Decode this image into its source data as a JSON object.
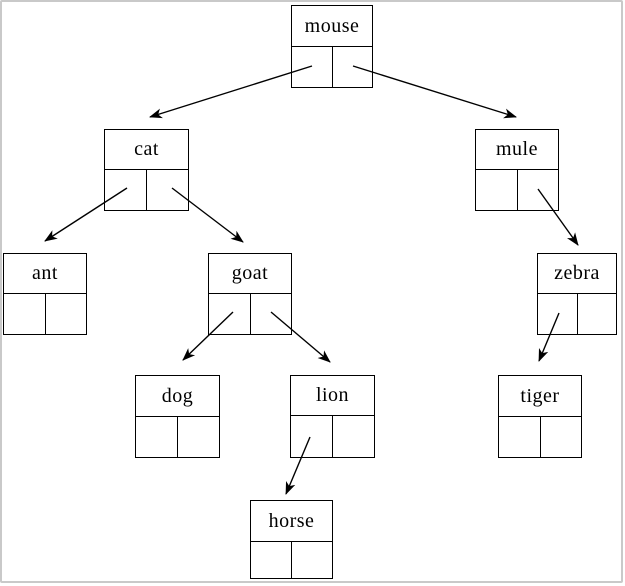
{
  "diagram": {
    "type": "binary-search-tree",
    "background_color": "#ffffff",
    "line_color": "#000000",
    "frame_color": "#c9c9c9"
  },
  "nodes": [
    {
      "id": "mouse",
      "label": "mouse",
      "left_child": "cat",
      "right_child": "mule"
    },
    {
      "id": "cat",
      "label": "cat",
      "left_child": "ant",
      "right_child": "goat"
    },
    {
      "id": "mule",
      "label": "mule",
      "left_child": null,
      "right_child": "zebra"
    },
    {
      "id": "ant",
      "label": "ant",
      "left_child": null,
      "right_child": null
    },
    {
      "id": "goat",
      "label": "goat",
      "left_child": "dog",
      "right_child": "lion"
    },
    {
      "id": "zebra",
      "label": "zebra",
      "left_child": "tiger",
      "right_child": null
    },
    {
      "id": "dog",
      "label": "dog",
      "left_child": null,
      "right_child": null
    },
    {
      "id": "lion",
      "label": "lion",
      "left_child": "horse",
      "right_child": null
    },
    {
      "id": "tiger",
      "label": "tiger",
      "left_child": null,
      "right_child": null
    },
    {
      "id": "horse",
      "label": "horse",
      "left_child": null,
      "right_child": null
    }
  ],
  "edges": [
    {
      "from": "mouse",
      "pointer": "left",
      "to": "cat"
    },
    {
      "from": "mouse",
      "pointer": "right",
      "to": "mule"
    },
    {
      "from": "cat",
      "pointer": "left",
      "to": "ant"
    },
    {
      "from": "cat",
      "pointer": "right",
      "to": "goat"
    },
    {
      "from": "mule",
      "pointer": "right",
      "to": "zebra"
    },
    {
      "from": "goat",
      "pointer": "left",
      "to": "dog"
    },
    {
      "from": "goat",
      "pointer": "right",
      "to": "lion"
    },
    {
      "from": "zebra",
      "pointer": "left",
      "to": "tiger"
    },
    {
      "from": "lion",
      "pointer": "left",
      "to": "horse"
    }
  ]
}
